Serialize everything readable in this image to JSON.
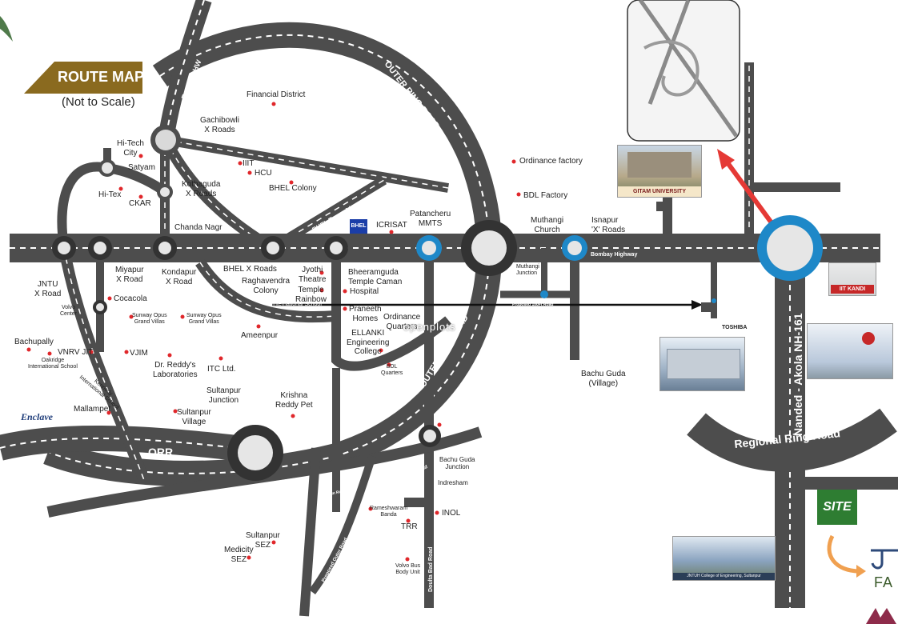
{
  "title_banner": {
    "title": "ROUTE MAP",
    "subtitle": "(Not to Scale)"
  },
  "roads": {
    "outer_ring_road": "OUTER RING ROAD",
    "orr": "ORR",
    "express_hw": "Express HW",
    "bhel_township": "BHEL Township",
    "regional_ring_road": "Regional Ring Road",
    "nanded_highway": "Nanded - Akola NH-161",
    "bombay_highway": "Bombay Highway",
    "proposed_100ft_road": "Proposed 100Ft Road",
    "proposed_jinnaram_road": "Proposed Jinnaram Road",
    "bollaram_road": "Bollaram Road",
    "wadakpally_road": "Wadakpally Road",
    "proposed_outer_road": "Proposed Outer Road",
    "doulta_bad_road": "Doulta Bad Road"
  },
  "places": {
    "financial_district": "Financial District",
    "gachibowli": "Gachibowli\nX Roads",
    "hitech_city": "Hi-Tech\nCity",
    "satyam": "Satyam",
    "hi_tex": "Hi-Tex",
    "ckar": "CKAR",
    "kothaguda": "Kothaguda\nX Roads",
    "iiit": "IIIT",
    "hcu": "HCU",
    "bhel_colony": "BHEL Colony",
    "chanda_nagar": "Chanda Nagr",
    "icrisat": "ICRISAT",
    "patancheru": "Patancheru\nMMTS",
    "ordinance_factory": "Ordinance factory",
    "bdl_factory": "BDL Factory",
    "muthangi": "Muthangi\nChurch",
    "isnapur": "Isnapur\n'X' Roads",
    "muthangi_junction": "Muthangi\nJunction",
    "jntu": "JNTU\nX Road",
    "miyapur": "Miyapur\nX Road",
    "kondapur": "Kondapur\nX Road",
    "bhel_x_roads": "BHEL X Roads",
    "raghavendra": "Raghavendra\nColony",
    "jyothi": "Jyothi\nTheatre",
    "temple_rainbow": "Temple\nRainbow",
    "international_school": "International School",
    "bheeramguda": "Bheeramguda\nTemple Caman",
    "hospital": "Hospital",
    "praneeth": "Praneeth\nHomes",
    "ordinance_quarters": "Ordinance\nQuarters",
    "ellanki": "ELLANKI\nEngineering\nCollege",
    "bdl_quarters": "BDL\nQuarters",
    "volvo_center": "Volvo\nCenter",
    "cocacola": "Cocacola",
    "sunway1": "Sunway Opus\nGrand Villas",
    "sunway2": "Sunway Opus\nGrand Villas",
    "ameenpur": "Ameenpur",
    "bachupally": "Bachupally",
    "vnrv": "VNRV JIT",
    "oakridge": "Oakridge\nInternational School",
    "vjim": "VJIM",
    "dr_reddys": "Dr. Reddy's\nLaboratories",
    "itc": "ITC Ltd.",
    "kennedy": "Kennedy\nInternational School",
    "mallampet": "Mallampet",
    "enclave": "Enclave",
    "sultanpur_junction": "Sultanpur\nJunction",
    "sultanpur_village": "Sultanpur\nVillage",
    "krishna": "Krishna\nReddy Pet",
    "bachu_guda_village": "Bachu Guda\n(Village)",
    "bachu_guda_junction": "Bachu Guda\nJunction",
    "indresham": "Indresham",
    "inol": "INOL",
    "trr": "TRR",
    "rameshwaram": "Rameshwaram\nBanda",
    "volvo_bus": "Volvo Bus\nBody Unit",
    "sultanpur_sez": "Sultanpur\nSEZ",
    "medicity": "Medicity\nSEZ",
    "toshiba": "TOSHIBA",
    "site": "SITE",
    "gitam": "GITAM UNIVERSITY",
    "iit": "IIT KANDI",
    "jntuh": "JNTUH College of Engineering, Sultanpur",
    "bhel_logo": "BHEL"
  },
  "watermark": "openplots",
  "partial_brand": "FA",
  "colors": {
    "road": "#4d4d4d",
    "banner_gold": "#8a6a1f",
    "junction_blue": "#1e88c8",
    "marker_red": "#e0272b",
    "site_green": "#2e7d32",
    "arrow_red": "#e53935",
    "curve_orange": "#f0a050"
  }
}
